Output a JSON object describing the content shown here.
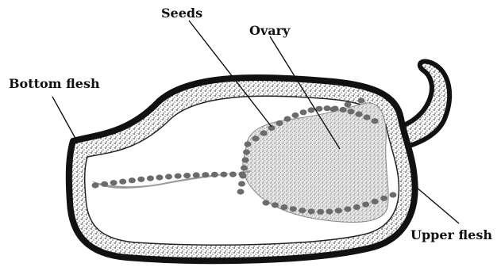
{
  "labels": {
    "seeds": "Seeds",
    "ovary": "Ovary",
    "bottom_flesh": "Bottom flesh",
    "upper_flesh": "Upper flesh"
  },
  "colors": {
    "outline": "#111111",
    "flesh_speckle": "#555555",
    "seed": "#6b6b6b",
    "ovary_fill": "#d9d9d9",
    "cavity": "#ffffff"
  },
  "icons": {
    "pepper": "pepper-cross-section-illustration"
  }
}
